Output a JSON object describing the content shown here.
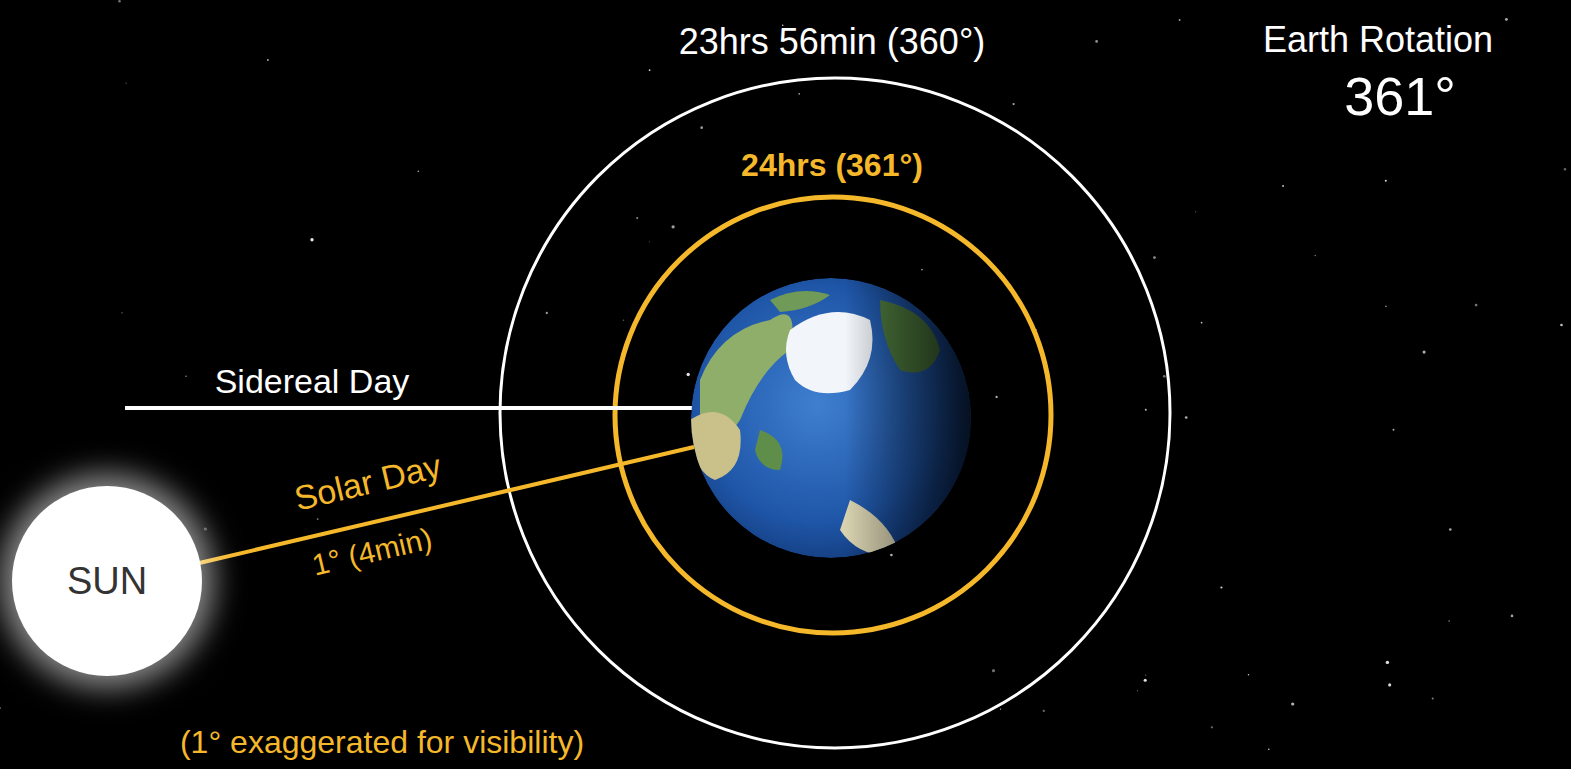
{
  "diagram": {
    "nodes": [
      {
        "text": [
          "SUN"
        ]
      }
    ],
    "labels": [
      "23hrs 56min (360°)",
      "Earth Rotation",
      "361°",
      "24hrs (361°)",
      "Sidereal Day",
      "Solar Day",
      "1° (4min)",
      "(1° exaggerated for visibility)"
    ]
  }
}
